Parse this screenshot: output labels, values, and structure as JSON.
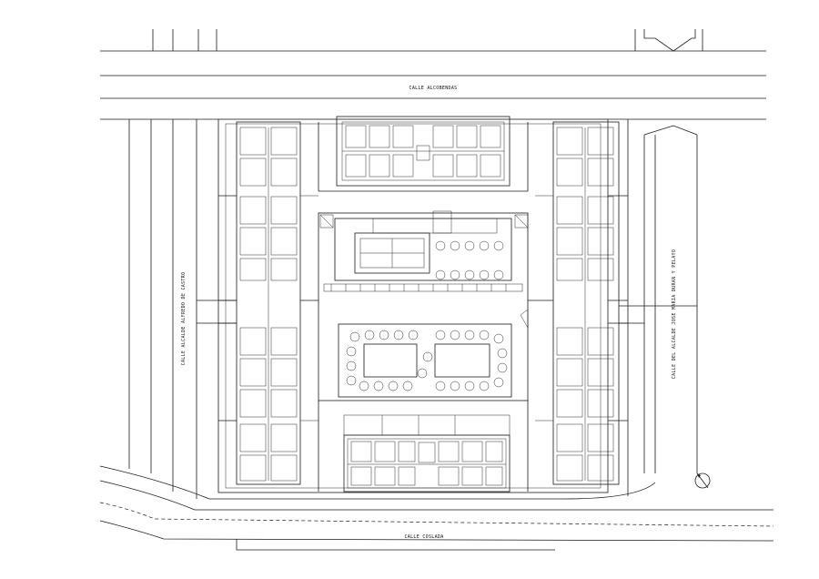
{
  "streets": {
    "north": "CALLE   ALCOBENDAS",
    "south": "CALLE   COSLADA",
    "west": "CALLE   ALCALDE   ALFREDO   DE   CASTRO",
    "east": "CALLE   DEL   ALCALDE   JOSE   MARIA   DURAN   Y   PELAYO"
  },
  "colors": {
    "line": "#1a1a1a",
    "background": "#ffffff"
  },
  "icons": {
    "north_arrow": "north-arrow-icon"
  }
}
